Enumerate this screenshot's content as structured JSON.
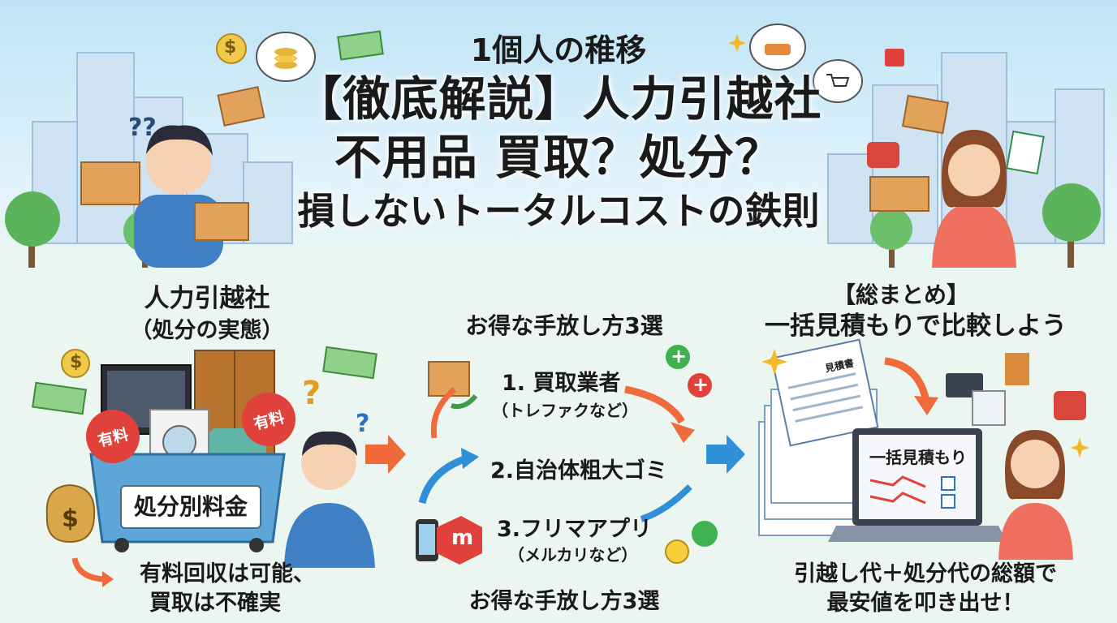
{
  "header": {
    "kicker": "1個人の稚移",
    "title_line1": "【徹底解説】人力引越社",
    "title_line2": "不用品 買取？処分？",
    "title_line3": "損しないトータルコストの鉄則"
  },
  "left_panel": {
    "heading": "人力引越社",
    "subheading": "（処分の実態）",
    "badge_label": "有料",
    "sign_label": "処分別料金",
    "caption_line1": "有料回収は可能、",
    "caption_line2": "買取は不確実"
  },
  "middle_panel": {
    "heading": "お得な手放し方3選",
    "options": [
      {
        "label": "1. 買取業者",
        "note": "（トレファクなど）"
      },
      {
        "label": "2.自治体粗大ゴミ",
        "note": ""
      },
      {
        "label": "3.フリマアプリ",
        "note": "（メルカリなど）"
      }
    ],
    "footer": "お得な手放し方3選"
  },
  "right_panel": {
    "heading_line1": "【総まとめ】",
    "heading_line2": "一括見積もりで比較しよう",
    "laptop_label": "一括見積もり",
    "doc_label": "見積書",
    "caption_line1": "引越し代＋処分代の総額で",
    "caption_line2": "最安値を叩き出せ！"
  },
  "glyphs": {
    "question": "?",
    "dollar": "$",
    "plus": "+",
    "app": "m"
  },
  "colors": {
    "accent_red": "#e0413a",
    "arrow_orange": "#f06a3c",
    "arrow_blue": "#2f8fd8",
    "sky": "#bfe4f6"
  }
}
